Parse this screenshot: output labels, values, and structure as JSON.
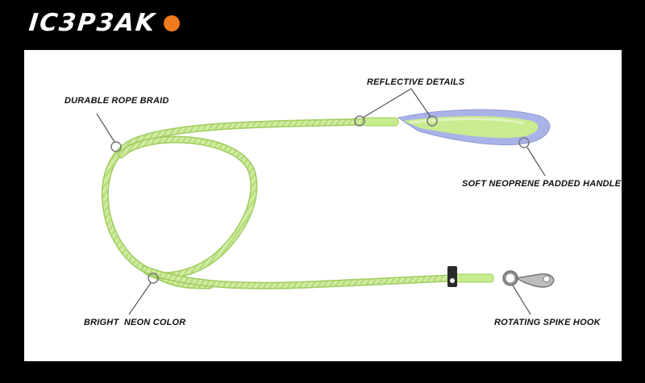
{
  "brand": {
    "logo_text": "IC3P3AK",
    "accent_color": "#f07a1e",
    "background_color": "#000000"
  },
  "product": {
    "rope_color": "#b8e07a",
    "handle_color": "#a9b3e8",
    "hardware_color": "#8c8c8c"
  },
  "callouts": [
    {
      "id": "rope-braid",
      "text": "DURABLE ROPE BRAID"
    },
    {
      "id": "reflective",
      "text": "REFLECTIVE DETAILS"
    },
    {
      "id": "handle",
      "text": "SOFT NEOPRENE PADDED HANDLE"
    },
    {
      "id": "neon",
      "text": "BRIGHT  NEON COLOR"
    },
    {
      "id": "hook",
      "text": "ROTATING SPIKE HOOK"
    }
  ]
}
